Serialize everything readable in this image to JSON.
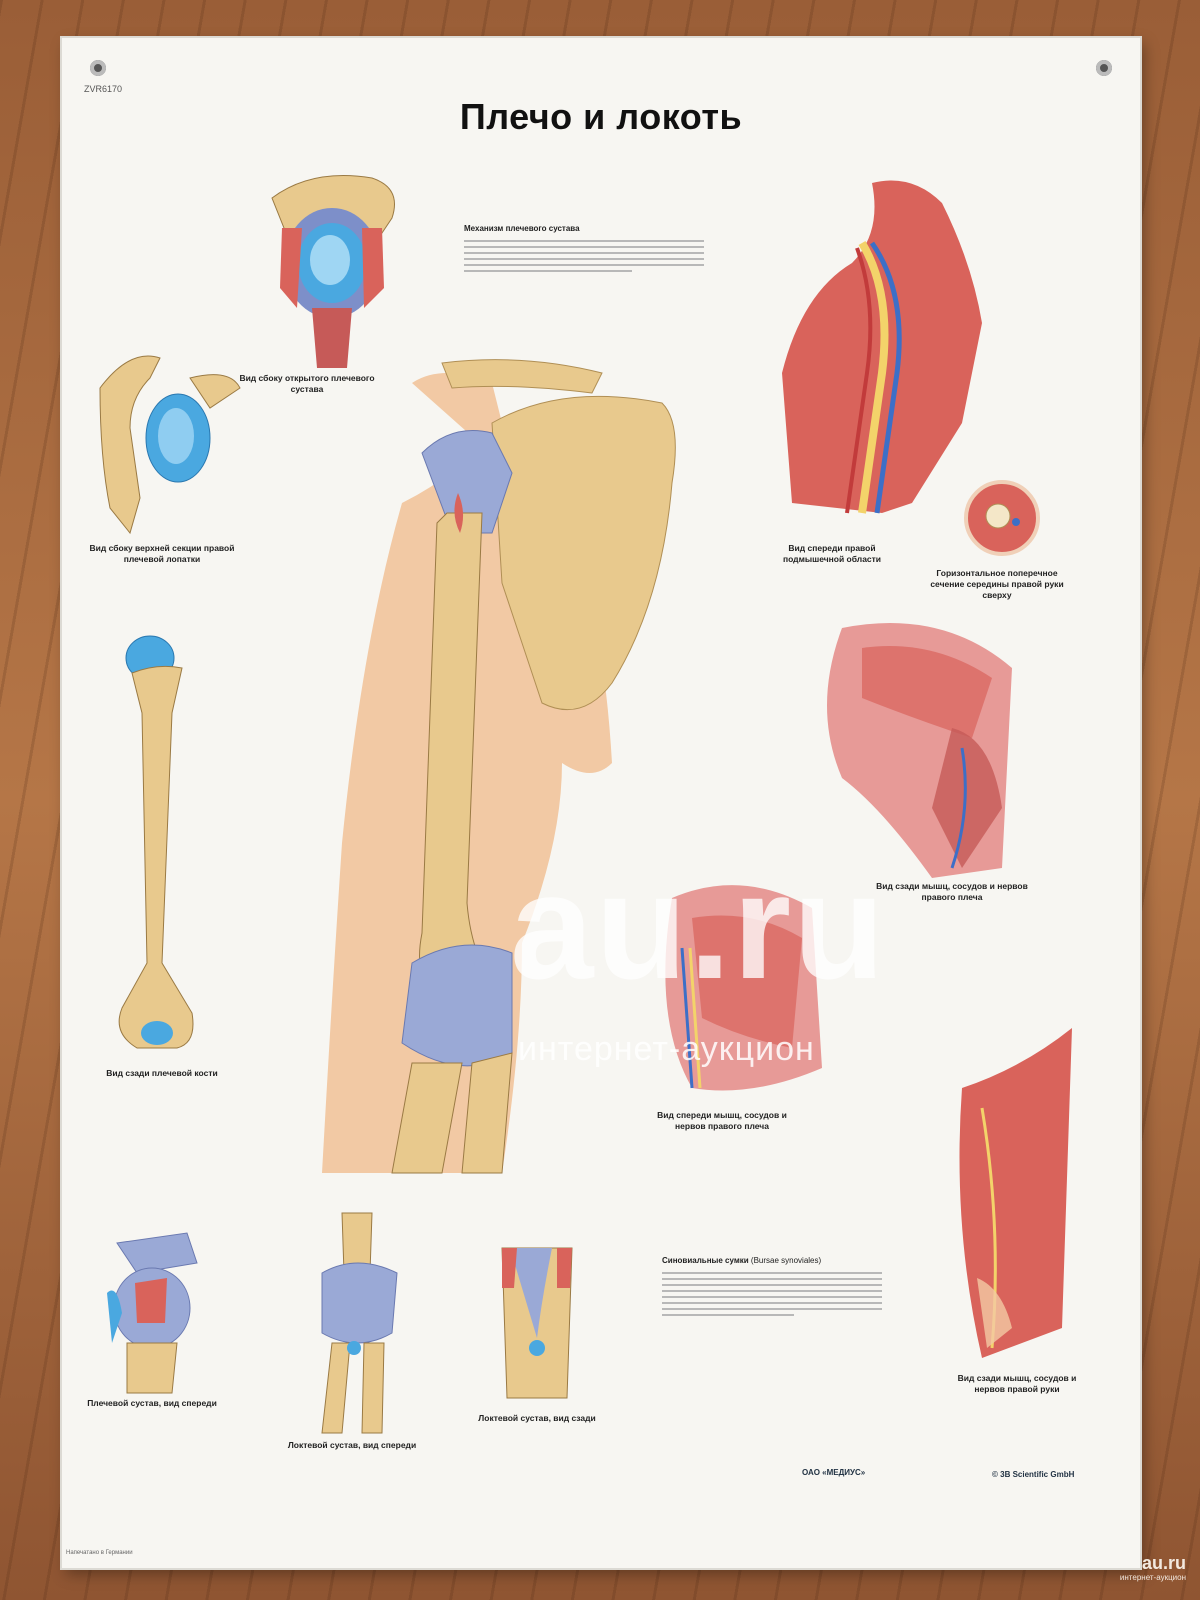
{
  "poster": {
    "code": "ZVR6170",
    "title": "Плечо и локоть",
    "section_mechanics": "Механизм плечевого сустава",
    "section_bursae": "Синовиальные сумки",
    "section_bursae_latin": "(Bursae synoviales)",
    "publisher_left": "ОАО «МЕДИУС»",
    "publisher_right": "© 3B Scientific GmbH",
    "footnote": "Напечатано в Германии"
  },
  "captions": {
    "open_joint": "Вид сбоку открытого плечевого сустава",
    "scapula_side": "Вид сбоку верхней секции правой плечевой лопатки",
    "humerus_back": "Вид сзади плечевой кости",
    "axilla_front": "Вид спереди правой подмышечной области",
    "arm_section": "Горизонтальное поперечное сечение середины правой руки сверху",
    "shoulder_back": "Вид сзади мышц, сосудов и нервов правого плеча",
    "shoulder_front": "Вид спереди мышц, сосудов и нервов правого плеча",
    "forearm_back": "Вид сзади мышц, сосудов и нервов правой руки",
    "shoulder_joint_front": "Плечевой сустав, вид спереди",
    "elbow_front": "Локтевой сустав, вид спереди",
    "elbow_back": "Локтевой сустав, вид сзади"
  },
  "watermark": {
    "main": "au.ru",
    "sub": "интернет-аукцион",
    "corner": "au.ru",
    "corner_sub": "интернет-аукцион"
  },
  "colors": {
    "bone": "#e8c98d",
    "cartilage": "#4aa8e0",
    "muscle": "#d9635b",
    "ligament": "#9aa9d6",
    "poster": "#f7f6f2",
    "floor": "#a0653d"
  }
}
